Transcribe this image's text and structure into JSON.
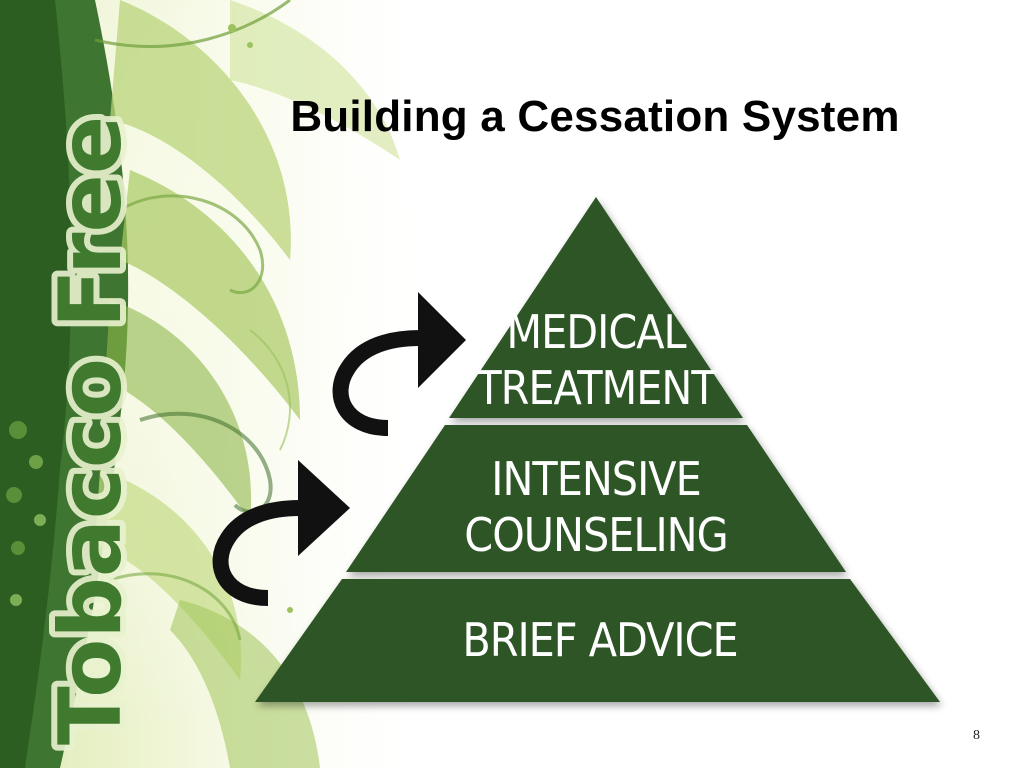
{
  "slide": {
    "title": "Building a Cessation System",
    "logo_text": "Tobacco Free",
    "page_number": "8"
  },
  "pyramid": {
    "tiers": [
      {
        "lines": [
          "MEDICAL",
          "TREATMENT"
        ]
      },
      {
        "lines": [
          "INTENSIVE",
          "COUNSELING"
        ]
      },
      {
        "lines": [
          "BRIEF ADVICE"
        ]
      }
    ],
    "fill_color": "#2d5526",
    "separator_color": "#ffffff"
  },
  "arrows": [
    {
      "icon": "curved-arrow-up-right-icon",
      "from_tier": "INTENSIVE COUNSELING",
      "to_tier": "MEDICAL TREATMENT"
    },
    {
      "icon": "curved-arrow-up-right-icon",
      "from_tier": "BRIEF ADVICE",
      "to_tier": "INTENSIVE COUNSELING"
    }
  ],
  "colors": {
    "background": "#ffffff",
    "leaf_dark": "#3a6e2c",
    "leaf_light": "#c9dd8a",
    "pyramid": "#2d5526",
    "title": "#000000"
  }
}
